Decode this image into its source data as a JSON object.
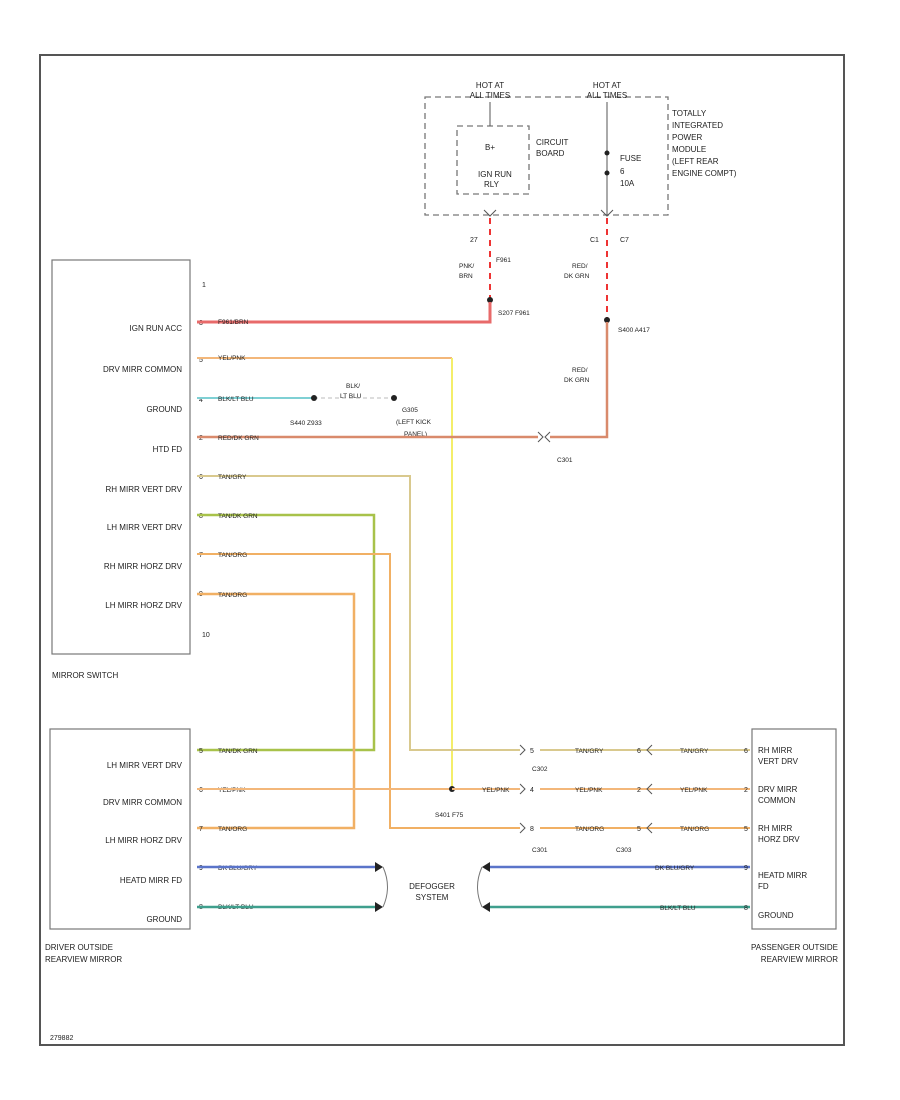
{
  "tipm": {
    "hot_left": [
      "HOT AT",
      "ALL TIMES"
    ],
    "hot_right": [
      "HOT AT",
      "ALL TIMES"
    ],
    "circuit_board": [
      "CIRCUIT",
      "BOARD"
    ],
    "board_b": "B+",
    "board_ign": [
      "IGN RUN",
      "RLY"
    ],
    "fuse": [
      "FUSE",
      "6",
      "10A"
    ],
    "label": [
      "TOTALLY",
      "INTEGRATED",
      "POWER",
      "MODULE",
      "(LEFT REAR",
      "ENGINE COMPT)"
    ],
    "pin_left": "27",
    "pin_right_a": "C1",
    "pin_right_b": "C7",
    "wire_left_code": "F961",
    "wire_left_color": [
      "PNK/",
      "BRN"
    ],
    "wire_right_color": [
      "RED/",
      "DK GRN"
    ],
    "splice_left": "S207 F961",
    "splice_right": "S400 A417"
  },
  "mirror_switch": {
    "name": "MIRROR SWITCH",
    "top_pin": "1",
    "bottom_pin": "10",
    "rows": [
      {
        "label": "IGN RUN ACC",
        "pin": "3",
        "wire": "F961/BRN"
      },
      {
        "label": "DRV MIRR COMMON",
        "pin": "5",
        "wire": "YEL/PNK"
      },
      {
        "label": "GROUND",
        "pin": "4",
        "wire": "BLK/LT BLU"
      },
      {
        "label": "HTD FD",
        "pin": "2",
        "wire": "RED/DK GRN"
      },
      {
        "label": "RH MIRR VERT DRV",
        "pin": "6",
        "wire": "TAN/GRY"
      },
      {
        "label": "LH MIRR VERT DRV",
        "pin": "8",
        "wire": "TAN/DK GRN"
      },
      {
        "label": "RH MIRR HORZ DRV",
        "pin": "7",
        "wire": "TAN/ORG"
      },
      {
        "label": "LH MIRR HORZ DRV",
        "pin": "9",
        "wire": "TAN/ORG"
      }
    ]
  },
  "ground_splice": {
    "splice": "S440 Z933",
    "wire": [
      "BLK/",
      "LT BLU"
    ],
    "ground": [
      "G305",
      "(LEFT KICK",
      "PANEL)"
    ]
  },
  "c301_label": "C301",
  "driver_mirror": {
    "name": [
      "DRIVER OUTSIDE",
      "REARVIEW MIRROR"
    ],
    "rows": [
      {
        "label": "LH MIRR VERT DRV",
        "pin": "5",
        "wire": "TAN/DK GRN"
      },
      {
        "label": "DRV MIRR COMMON",
        "pin": "6",
        "wire": "YEL/PNK"
      },
      {
        "label": "LH MIRR HORZ DRV",
        "pin": "7",
        "wire": "TAN/ORG"
      },
      {
        "label": "HEATD MIRR FD",
        "pin": "9",
        "wire": "DK BLU/GRY"
      },
      {
        "label": "GROUND",
        "pin": "8",
        "wire": "BLK/LT BLU"
      }
    ]
  },
  "defogger": [
    "DEFOGGER",
    "SYSTEM"
  ],
  "splice_bottom": "S401 F75",
  "conn_c302": "C302",
  "conn_c301": "C301",
  "conn_c303": "C303",
  "mid_wires": [
    {
      "pin_a": "5",
      "wire": "TAN/GRY",
      "pin_b": "6"
    },
    {
      "pin_a": "4",
      "wire": "YEL/PNK",
      "pin_b": "2"
    },
    {
      "pin_a": "8",
      "wire": "TAN/ORG",
      "pin_b": "5"
    }
  ],
  "passenger_mirror": {
    "name": [
      "PASSENGER OUTSIDE",
      "REARVIEW MIRROR"
    ],
    "rows": [
      {
        "label": [
          "RH MIRR",
          "VERT DRV"
        ],
        "pin": "6",
        "wire": "TAN/GRY"
      },
      {
        "label": [
          "DRV MIRR",
          "COMMON"
        ],
        "pin": "2",
        "wire": "YEL/PNK"
      },
      {
        "label": [
          "RH MIRR",
          "HORZ DRV"
        ],
        "pin": "5",
        "wire": "TAN/ORG"
      },
      {
        "label": [
          "HEATD MIRR",
          "FD"
        ],
        "pin": "9",
        "wire": "DK BLU/GRY"
      },
      {
        "label": "GROUND",
        "pin": "8",
        "wire": "BLK/LT BLU"
      }
    ]
  },
  "figure_id": "279882",
  "colors": {
    "pink_brn": "#e86a6a",
    "yel_pnk": "#f3b77a",
    "yellow": "#f4ee6a",
    "blk_ltblu": "#7fd0d4",
    "red_dkgrn": "#d98a6c",
    "tan_gry": "#d9c98e",
    "tan_dkgrn": "#a8c24a",
    "tan_org": "#f1b064",
    "dkblu_gry": "#5a74c9",
    "blk_ltblu_bottom": "#3f9f8d",
    "fuse_dash": "#ee3333"
  }
}
